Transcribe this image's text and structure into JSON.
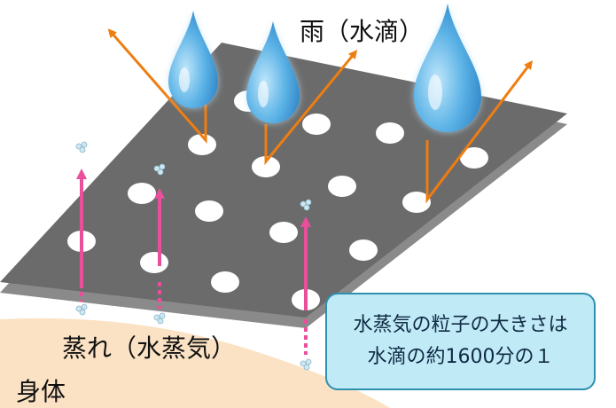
{
  "labels": {
    "rain": "雨（水滴）",
    "vapor": "蒸れ（水蒸気）",
    "body": "身体"
  },
  "note": {
    "line1": "水蒸気の粒子の大きさは",
    "line2": "水滴の約1600分の１"
  },
  "colors": {
    "sheet": "#6b6b6b",
    "rain_arrow": "#ee7d12",
    "vapor_arrow": "#ea4f9c",
    "drop": "#4fa8e0",
    "body_skin": "#fbe2c4",
    "note_fill": "#bfeaf6",
    "note_border": "#2f8fae"
  },
  "icons": [
    "water-drop-icon",
    "vapor-particle-icon"
  ]
}
